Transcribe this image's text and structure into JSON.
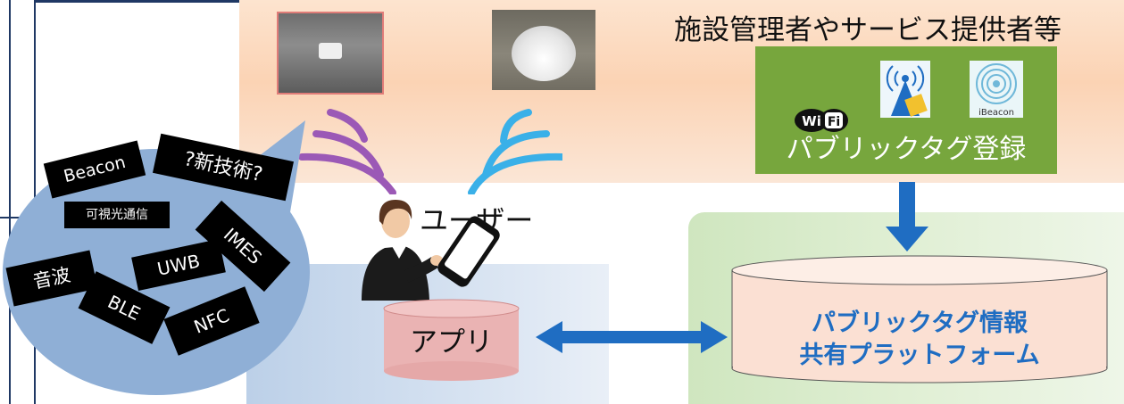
{
  "admin": {
    "title": "施設管理者やサービス提供者等",
    "register_label": "パブリックタグ登録",
    "icons": [
      "wifi-icon",
      "radio-tower-icon",
      "ibeacon-icon"
    ],
    "icon_texts": {
      "wifi": "Wi Fi",
      "ibeacon": "iBeacon"
    }
  },
  "user": {
    "label": "ユーザー",
    "app_label": "アプリ"
  },
  "platform": {
    "line1": "パブリックタグ情報",
    "line2": "共有プラットフォーム"
  },
  "technologies": {
    "beacon": "Beacon",
    "new_tech": "?新技術?",
    "visible_light": "可視光通信",
    "imes": "IMES",
    "uwb": "UWB",
    "sound": "音波",
    "ble": "BLE",
    "nfc": "NFC"
  },
  "colors": {
    "band": "#fbd3b4",
    "green_box": "#77a63d",
    "bubble": "#8fafd6",
    "wave_purple": "#9b59b6",
    "wave_blue": "#3ab0e8",
    "arrow": "#1f6dc2",
    "platform_text": "#1f6dc2",
    "app_cylinder": "#eab3b3",
    "platform_cylinder": "#fbe0d3"
  }
}
